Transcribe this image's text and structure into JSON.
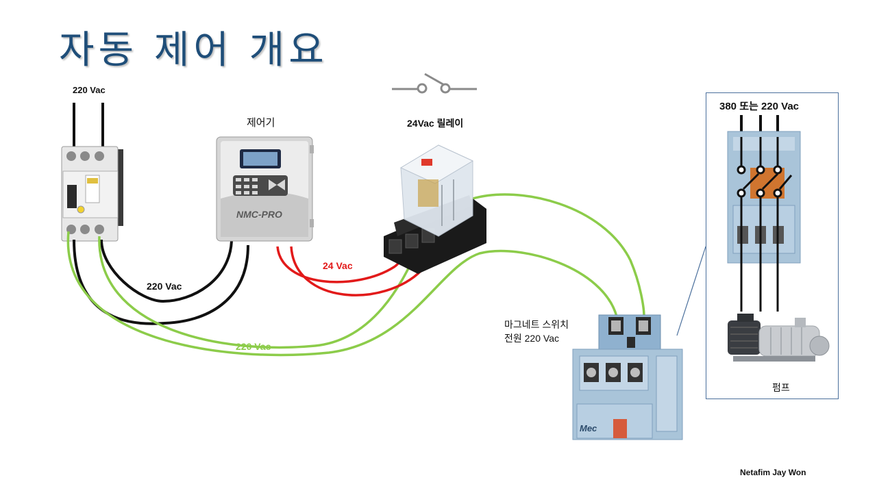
{
  "title": "자동 제어 개요",
  "labels": {
    "breaker_supply": "220 Vac",
    "controller": "제어기",
    "relay": "24Vac 릴레이",
    "contactor_supply": "380 또는 220 Vac",
    "wire_black": "220 Vac",
    "wire_red": "24 Vac",
    "wire_green": "220 Vac",
    "magnetic_switch_line1": "마그네트 스위치",
    "magnetic_switch_line2": "전원 220 Vac",
    "pump": "펌프",
    "footer": "Netafim Jay Won"
  },
  "devices": {
    "controller_brand": "NMC-PRO",
    "contactor_brand": "Mec"
  },
  "colors": {
    "title": "#1f4e79",
    "wire_black": "#111111",
    "wire_red": "#e21a1a",
    "wire_green": "#8ccc4a",
    "panel_border": "#4a6f9c",
    "contactor_body": "#a9c4d9"
  }
}
